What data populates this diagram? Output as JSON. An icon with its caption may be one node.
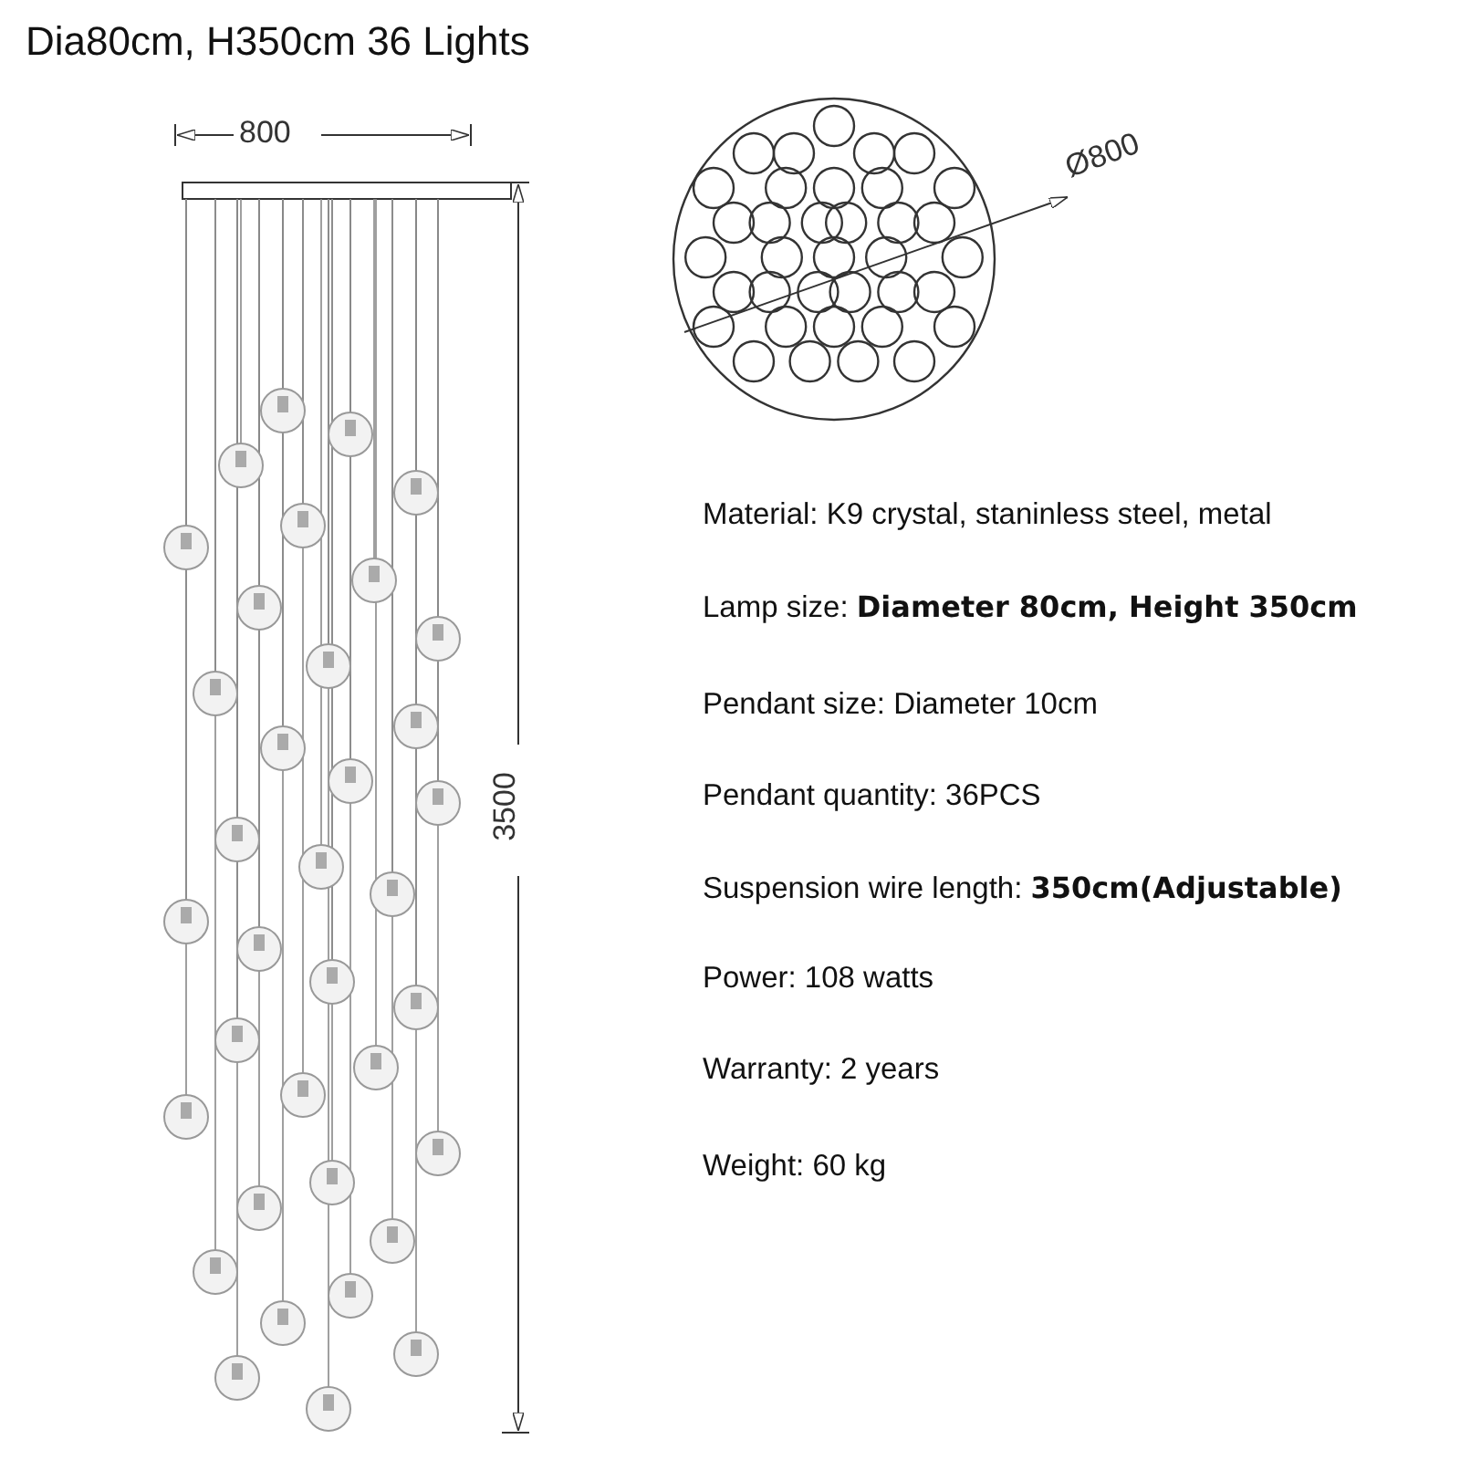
{
  "diagram": {
    "title": "Dia80cm, H350cm  36 Lights",
    "labels": [
      "800",
      "Ø800",
      "3500",
      "Material: K9 crystal, staninless steel, metal",
      "Lamp size: **Diameter 80cm, Height 350cm**",
      "Pendant size: Diameter 10cm",
      "Pendant quantity: 36PCS",
      "Suspension wire length: **350cm(Adjustable)**",
      "Power: 108 watts",
      "Warranty: 2 years",
      "Weight: 60 kg"
    ]
  }
}
